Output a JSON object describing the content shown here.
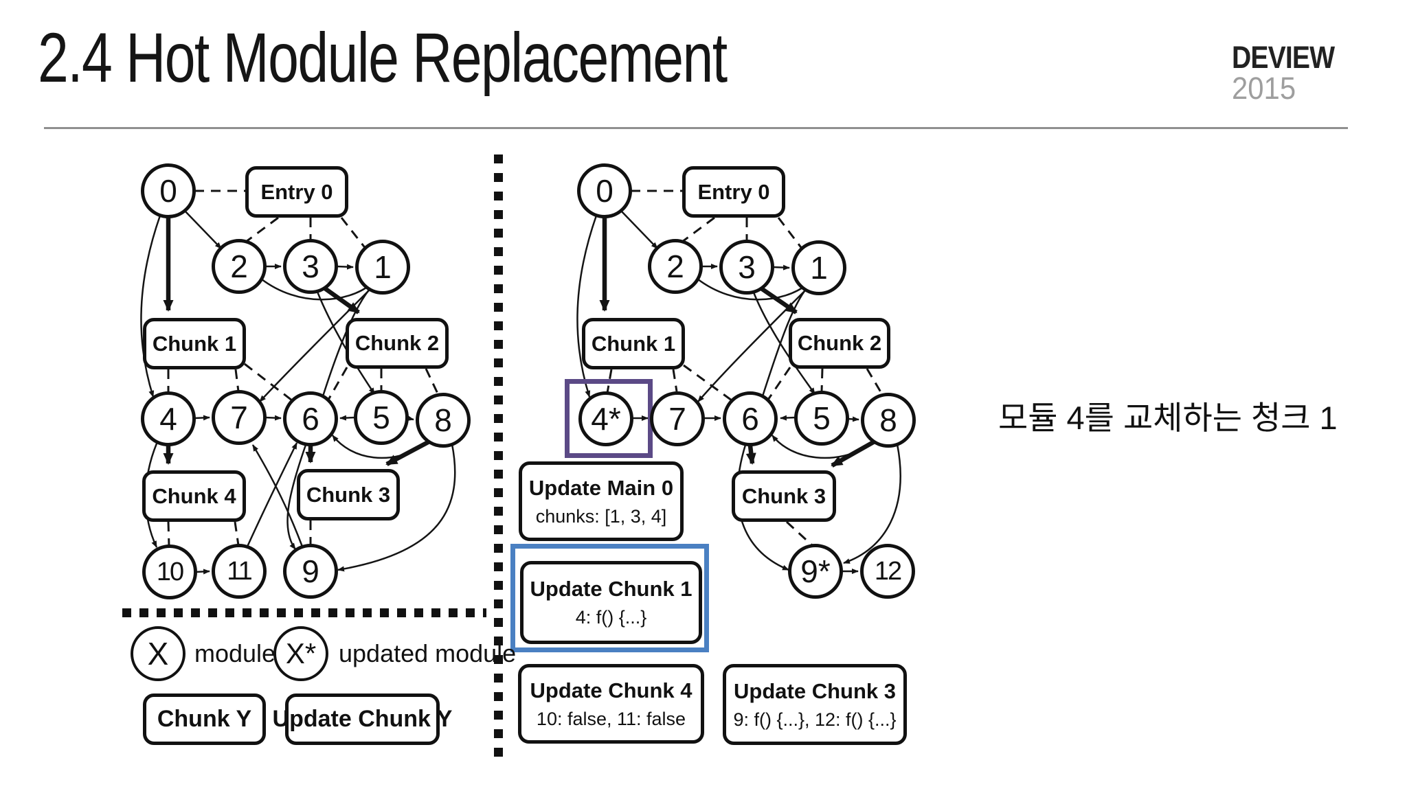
{
  "slide": {
    "title": "2.4 Hot Module Replacement",
    "brand": {
      "name": "DEVIEW",
      "year": "2015"
    },
    "annotation": "모듈 4를 교체하는 청크 1"
  },
  "colors": {
    "ink": "#111111",
    "highlight_purple": "#5b4a86",
    "highlight_blue": "#4a80c2",
    "brand_year_gray": "#9e9e9e",
    "rule_gray": "#8f8f8f"
  },
  "nodes": {
    "n0": "0",
    "n1": "1",
    "n2": "2",
    "n3": "3",
    "n4": "4",
    "n4s": "4*",
    "n5": "5",
    "n6": "6",
    "n7": "7",
    "n8": "8",
    "n9": "9",
    "n9s": "9*",
    "n10": "10",
    "n11": "11",
    "n12": "12",
    "entry0": "Entry 0",
    "chunk1": "Chunk 1",
    "chunk2": "Chunk 2",
    "chunk3": "Chunk 3",
    "chunk4": "Chunk 4"
  },
  "updates": {
    "main0": {
      "title": "Update Main 0",
      "detail": "chunks: [1, 3, 4]"
    },
    "chunk1": {
      "title": "Update Chunk 1",
      "detail": "4: f() {...}"
    },
    "chunk4": {
      "title": "Update Chunk 4",
      "detail": "10: false, 11: false"
    },
    "chunk3": {
      "title": "Update Chunk 3",
      "detail": "9: f() {...}, 12: f() {...}"
    }
  },
  "legend": {
    "module_symbol": "X",
    "module_label": "module",
    "updated_symbol": "X*",
    "updated_label": "updated module",
    "chunk_label": "Chunk Y",
    "update_chunk_label": "Update Chunk Y"
  }
}
